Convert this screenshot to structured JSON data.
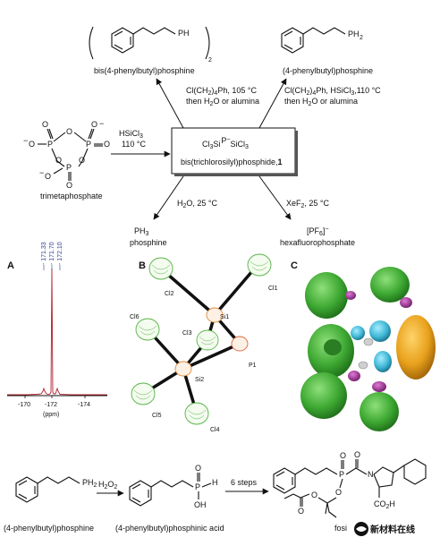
{
  "top": {
    "bis_label": "bis(4-phenylbutyl)phosphine",
    "bis_ph": "PH",
    "bis_sub": "2",
    "mono_label": "(4-phenylbutyl)phosphine",
    "mono_ph": "PH",
    "mono_sub": "2",
    "cond_left_1": "Cl(CH",
    "cond_left_1b": "2",
    "cond_left_1c": ")",
    "cond_left_1d": "4",
    "cond_left_1e": "Ph, 105 °C",
    "cond_left_2": "then H",
    "cond_left_2b": "2",
    "cond_left_2c": "O or alumina",
    "cond_right_1": "Cl(CH",
    "cond_right_1b": "2",
    "cond_right_1c": ")",
    "cond_right_1d": "4",
    "cond_right_1e": "Ph, HSiCl",
    "cond_right_1f": "3",
    "cond_right_1g": ",110 °C",
    "cond_right_2": "then H",
    "cond_right_2b": "2",
    "cond_right_2c": "O or alumina",
    "tmp_label": "trimetaphosphate",
    "hsicl": "HSiCl",
    "hsicl_sub": "3",
    "temp110": "110 °C",
    "center_formula_a": "Cl",
    "center_formula_b": "3",
    "center_formula_c": "Si",
    "center_formula_d": "P",
    "center_formula_e": "SiCl",
    "center_formula_f": "3",
    "center_name": "bis(trichlorosilyl)phosphide,",
    "center_num": "1",
    "cond_h2o": "H",
    "cond_h2o_b": "2",
    "cond_h2o_c": "O, 25 °C",
    "cond_xef": "XeF",
    "cond_xef_b": "2",
    "cond_xef_c": ", 25 °C",
    "ph3": "PH",
    "ph3_sub": "3",
    "phosphine": "phosphine",
    "pf6": "[PF",
    "pf6_sub": "6",
    "pf6_end": "]",
    "hexafluoro": "hexafluorophosphate"
  },
  "panelA": {
    "letter": "A",
    "peak_labels": [
      "- 171.33",
      "- 171.70",
      "- 172.10"
    ],
    "ticks": [
      "-170",
      "-172",
      "-174"
    ],
    "xlabel": "(ppm)"
  },
  "panelB": {
    "letter": "B",
    "atoms": [
      "Cl1",
      "Cl2",
      "Si1",
      "Cl6",
      "Cl3",
      "P1",
      "Si2",
      "Cl5",
      "Cl4"
    ]
  },
  "panelC": {
    "letter": "C"
  },
  "bottom": {
    "ph2": "PH",
    "ph2_sub": "2",
    "h2o2": "H",
    "h2o2_b": "2",
    "h2o2_c": "O",
    "h2o2_d": "2",
    "steps": "6 steps",
    "P": "P",
    "O": "O",
    "H": "H",
    "OH": "OH",
    "N": "N",
    "CO2H": "CO",
    "CO2H_sub": "2",
    "CO2H_end": "H",
    "label1": "(4-phenylbutyl)phosphine",
    "label2": "(4-phenylbutyl)phosphinic acid",
    "label3": "fosi",
    "watermark": "新材料在线"
  },
  "colors": {
    "nmr_line": "#b0202c",
    "nmr_label": "#2b3f8f",
    "green_lobe": "#3da832",
    "orange_lobe": "#e8a11c",
    "cyan_lobe": "#3fb7d6",
    "magenta_lobe": "#a0309c"
  }
}
